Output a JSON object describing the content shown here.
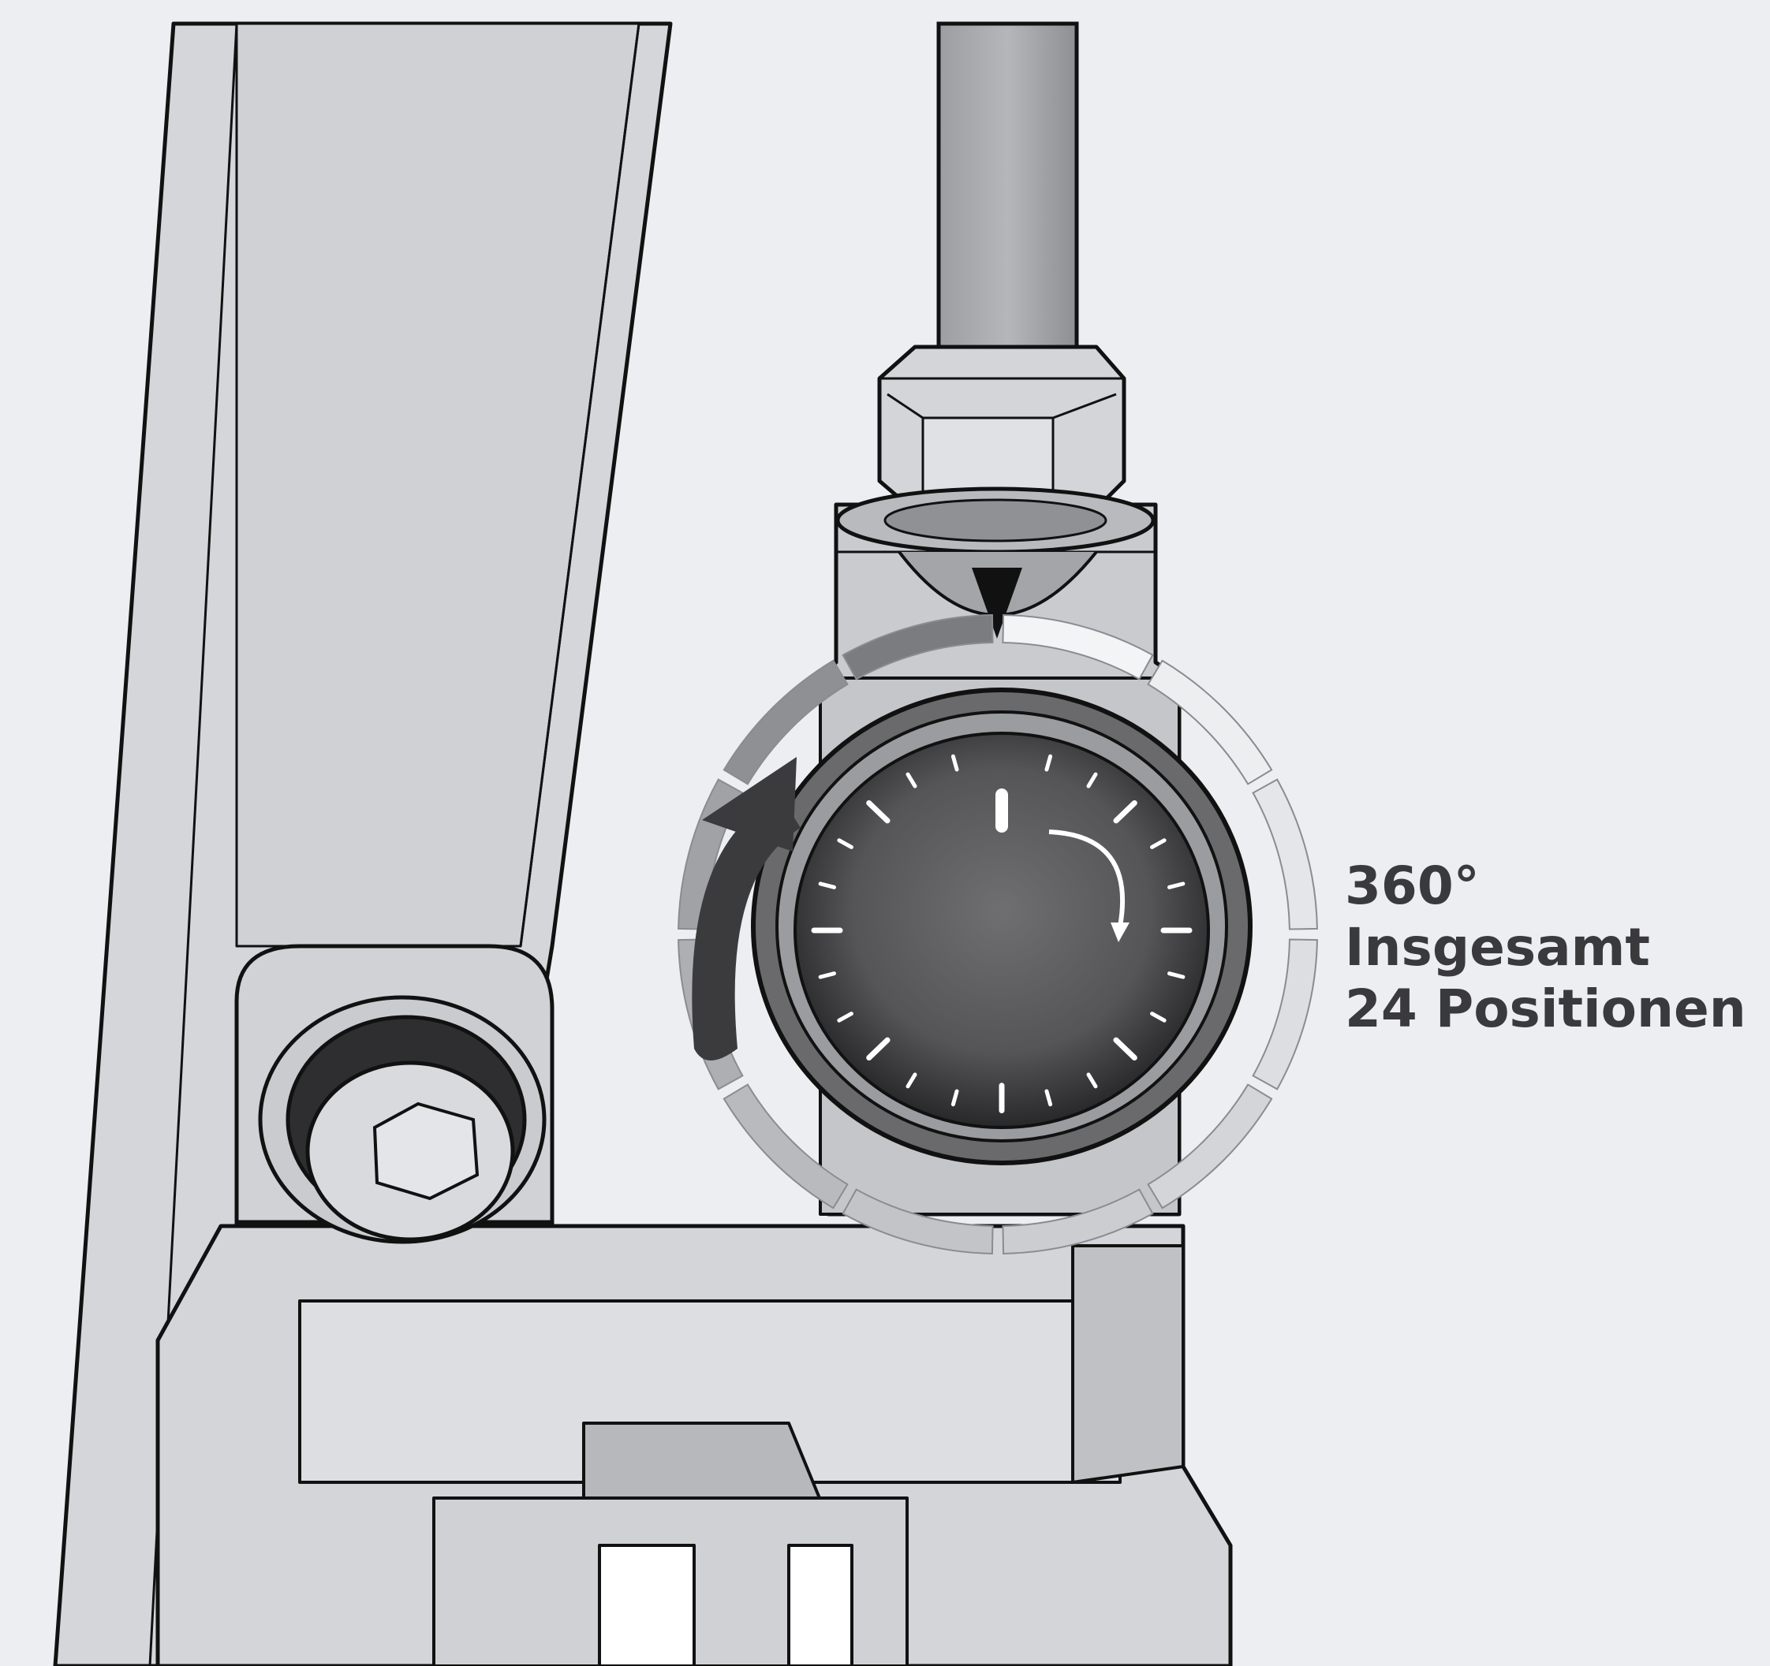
{
  "caption": {
    "angle": "360°",
    "line2": "Insgesamt",
    "line3": "24 Positionen"
  },
  "dial": {
    "positions": 24,
    "rotation_degrees": 360
  },
  "colors": {
    "background": "#eceef1",
    "metal_light": "#d7d9dd",
    "metal_mid": "#c2c4c8",
    "dial_face": "#5a5a5c",
    "outline": "#111111",
    "arrow_dark": "#3b3b3d",
    "text": "#3a3a3d"
  }
}
